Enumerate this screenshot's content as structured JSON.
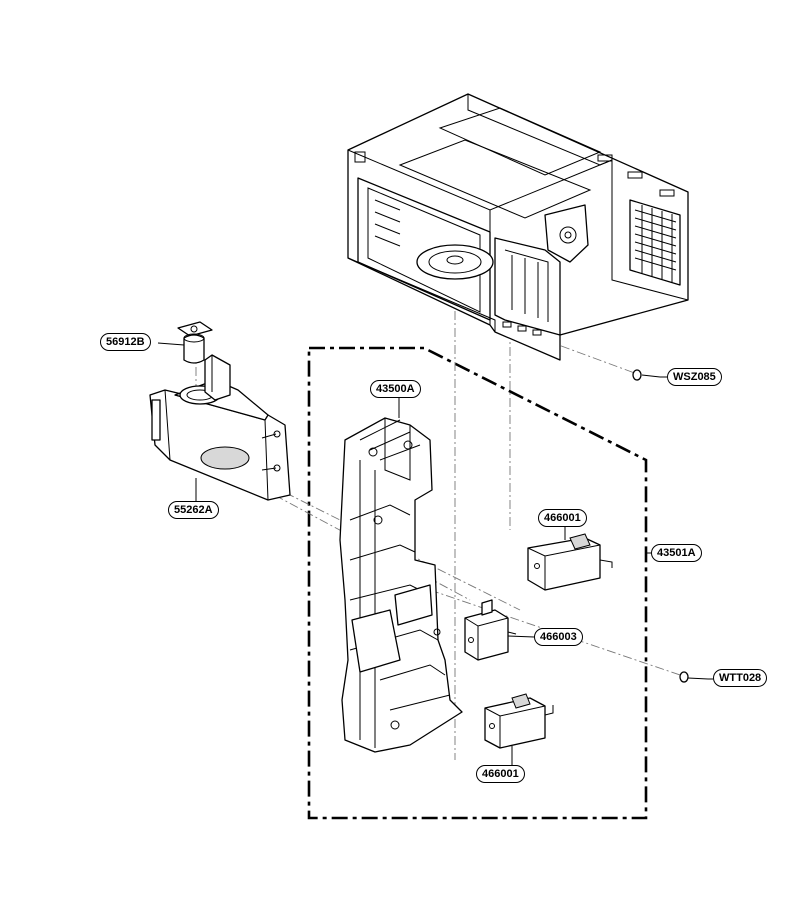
{
  "parts": {
    "label_56912B": "56912B",
    "label_55262A": "55262A",
    "label_43500A": "43500A",
    "label_43501A": "43501A",
    "label_466001_top": "466001",
    "label_466003": "466003",
    "label_466001_bottom": "466001",
    "label_WSZ085": "WSZ085",
    "label_WTT028": "WTT028"
  }
}
